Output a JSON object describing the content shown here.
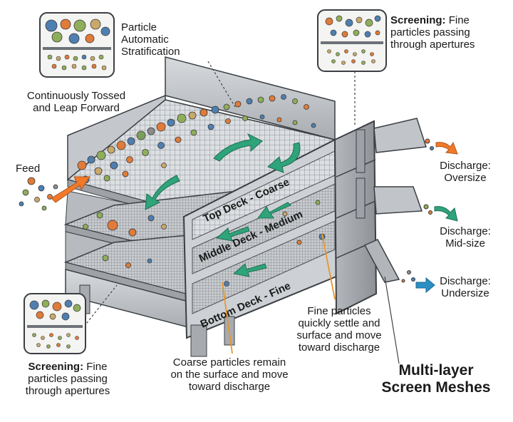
{
  "labels": {
    "stratification": "Particle\nAutomatic\nStratification",
    "tossed": "Continuously Tossed\nand Leap Forward",
    "feed": "Feed",
    "screening_top_title": "Screening:",
    "screening_top_body": " Fine\nparticles passing\nthrough apertures",
    "screening_bottom_title": "Screening:",
    "screening_bottom_body": " Fine\nparticles passing\nthrough apertures",
    "discharge_oversize": "Discharge:\nOversize",
    "discharge_midsize": "Discharge:\nMid-size",
    "discharge_undersize": "Discharge:\nUndersize",
    "fine_settle": "Fine particles\nquickly settle and\nsurface and move\ntoward discharge",
    "coarse_remain": "Coarse particles remain\non the surface and move\ntoward discharge",
    "multilayer": "Multi-layer\nScreen Meshes"
  },
  "decks": {
    "top": "Top Deck - Coarse",
    "middle": "Middle Deck - Medium",
    "bottom": "Bottom Deck - Fine"
  },
  "colors": {
    "arrow_green": "#2fa37a",
    "arrow_orange": "#f07a2a",
    "arrow_blue": "#2b8fc4",
    "leader_orange": "#e8962a",
    "frame_gray": "#b8bcc1"
  }
}
